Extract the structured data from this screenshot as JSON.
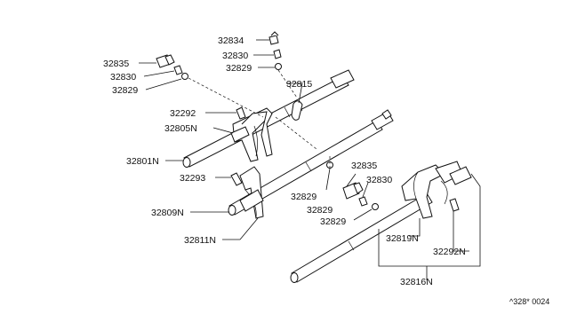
{
  "labels": {
    "l32834": "32834",
    "l32830a": "32830",
    "l32829a": "32829",
    "l32835a": "32835",
    "l32830b": "32830",
    "l32829b": "32829",
    "l32815": "32815",
    "l32292": "32292",
    "l32805N": "32805N",
    "l32801N": "32801N",
    "l32293": "32293",
    "l32809N": "32809N",
    "l32811N": "32811N",
    "l32835b": "32835",
    "l32830c": "32830",
    "l32829c": "32829",
    "l32829d": "32829",
    "l32829e": "32829",
    "l32819N": "32819N",
    "l32292N": "32292N",
    "l32816N": "32816N"
  },
  "footer_code": "^328* 0024"
}
